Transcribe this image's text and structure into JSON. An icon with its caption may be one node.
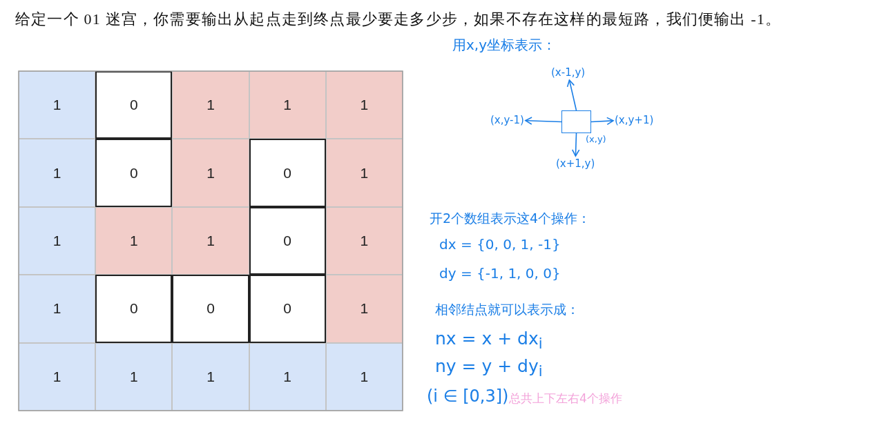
{
  "diagram": {
    "nodes": [
      {
        "text": [
          "1"
        ]
      },
      {
        "text": [
          "0"
        ]
      },
      {
        "text": [
          "1"
        ]
      },
      {
        "text": [
          "1"
        ]
      },
      {
        "text": [
          "1"
        ]
      },
      {
        "text": [
          "1"
        ]
      },
      {
        "text": [
          "0"
        ]
      },
      {
        "text": [
          "1"
        ]
      },
      {
        "text": [
          "0"
        ]
      },
      {
        "text": [
          "1"
        ]
      },
      {
        "text": [
          "1"
        ]
      },
      {
        "text": [
          "1"
        ]
      },
      {
        "text": [
          "1"
        ]
      },
      {
        "text": [
          "0"
        ]
      },
      {
        "text": [
          "1"
        ]
      },
      {
        "text": [
          "1"
        ]
      },
      {
        "text": [
          "0"
        ]
      },
      {
        "text": [
          "0"
        ]
      },
      {
        "text": [
          "0"
        ]
      },
      {
        "text": [
          "1"
        ]
      },
      {
        "text": [
          "1"
        ]
      },
      {
        "text": [
          "1"
        ]
      },
      {
        "text": [
          "1"
        ]
      },
      {
        "text": [
          "1"
        ]
      },
      {
        "text": [
          "1"
        ]
      },
      {
        "text": [],
        "shape": "box",
        "beside": [
          "(x,y)"
        ]
      },
      {
        "text": [
          "(x-1,y)"
        ]
      },
      {
        "text": [
          "(x,y-1)"
        ]
      },
      {
        "text": [
          "(x,y+1)"
        ]
      },
      {
        "text": [
          "(x+1,y)"
        ]
      }
    ],
    "edges": [
      {
        "from": 25,
        "to": 26,
        "arrow": "to"
      },
      {
        "from": 25,
        "to": 27,
        "arrow": "to"
      },
      {
        "from": 25,
        "to": 28,
        "arrow": "to"
      },
      {
        "from": 25,
        "to": 29,
        "arrow": "to"
      }
    ],
    "labels": [
      "给定一个 01 迷宫，你需要输出从起点走到终点最少要走多少步，如果不存在这样的最短路，我们便输出 -1。",
      "用x,y坐标表示：",
      "开2个数组表示这4个操作：",
      "dx = {0, 0, 1, -1}",
      "dy = {-1, 1, 0, 0}",
      "相邻结点就可以表示成：",
      "nx = x + dx$_{i}$",
      "ny = y + dy$_{i}$",
      "(i ∈ [0,3])",
      "总共上下左右4个操作"
    ]
  }
}
